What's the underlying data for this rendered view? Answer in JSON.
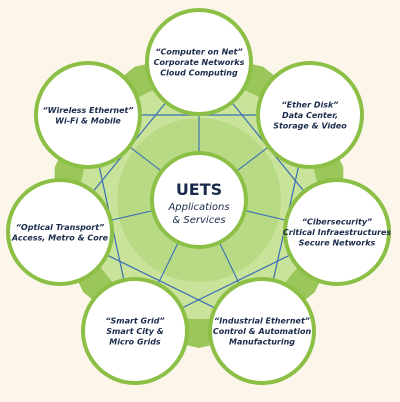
{
  "colors": {
    "background": "#fbf6e9",
    "ring_outer": "#9ac65a",
    "ring_inner": "#c9e39a",
    "node_fill": "#ffffff",
    "node_border": "#8cbf45",
    "connector": "#3a6fb2",
    "text": "#1a2a4a"
  },
  "center": {
    "title": "UETS",
    "subtitle_line1": "Applications",
    "subtitle_line2": "& Services"
  },
  "nodes": [
    {
      "id": "computer-on-net",
      "lines": [
        "“Computer on Net”",
        "Corporate Networks",
        "Cloud Computing"
      ]
    },
    {
      "id": "ether-disk",
      "lines": [
        "“Ether Disk”",
        "Data Center,",
        "Storage & Video"
      ]
    },
    {
      "id": "cibersecurity",
      "lines": [
        "“Cibersecurity”",
        "Critical Infraestructures",
        "Secure Networks"
      ]
    },
    {
      "id": "industrial-ethernet",
      "lines": [
        "“Industrial Ethernet”",
        "Control & Automation",
        "Manufacturing"
      ]
    },
    {
      "id": "smart-grid",
      "lines": [
        "“Smart Grid”",
        "Smart City &",
        "Micro Grids"
      ]
    },
    {
      "id": "optical-transport",
      "lines": [
        "“Optical Transport”",
        "Access, Metro & Core"
      ]
    },
    {
      "id": "wireless-ethernet",
      "lines": [
        "“Wireless Ethernet”",
        "Wi-Fi & Mobile"
      ]
    }
  ]
}
